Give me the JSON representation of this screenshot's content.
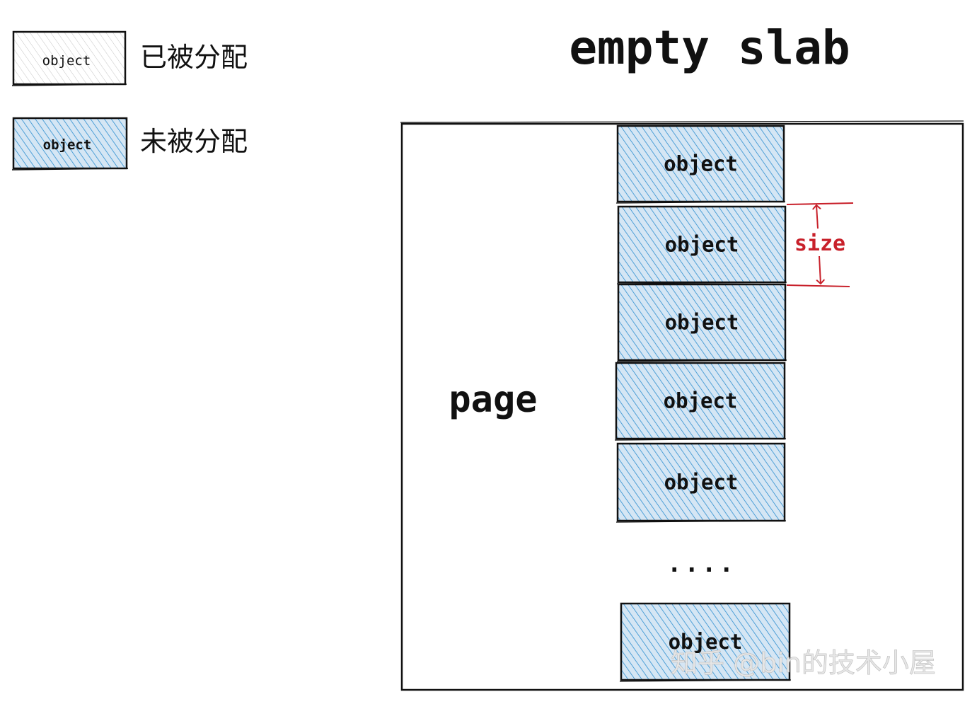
{
  "title": "empty slab",
  "legend": [
    {
      "box_label": "object",
      "text": "已被分配",
      "state": "allocated"
    },
    {
      "box_label": "object",
      "text": "未被分配",
      "state": "free"
    }
  ],
  "page_label": "page",
  "objects": [
    {
      "label": "object",
      "state": "free"
    },
    {
      "label": "object",
      "state": "free"
    },
    {
      "label": "object",
      "state": "free"
    },
    {
      "label": "object",
      "state": "free"
    },
    {
      "label": "object",
      "state": "free"
    },
    {
      "label": "object",
      "state": "free"
    }
  ],
  "ellipsis": "....",
  "size_label": "size",
  "watermark": "知乎 @bin的技术小屋",
  "colors": {
    "ink": "#111111",
    "free_fill": "#d5e6f4",
    "free_hatch": "#2f8fd0",
    "allocated_hatch": "#b8b8b8",
    "size_annotation": "#c8202a",
    "watermark": "#e6e6e6"
  }
}
